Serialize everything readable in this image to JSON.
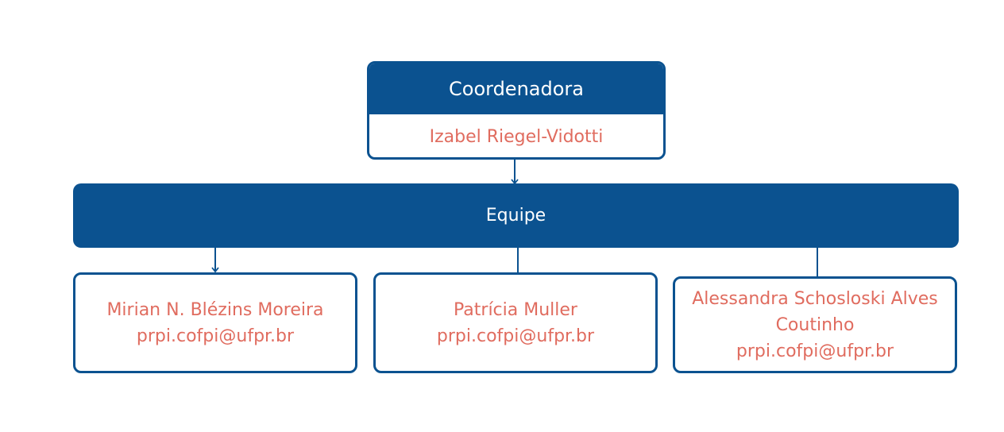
{
  "coordinator": {
    "title": "Coordenadora",
    "name": "Izabel Riegel-Vidotti"
  },
  "team": {
    "title": "Equipe"
  },
  "members": [
    {
      "name": "Mirian N. Blézins Moreira",
      "email": "prpi.cofpi@ufpr.br"
    },
    {
      "name": "Patrícia Muller",
      "email": "prpi.cofpi@ufpr.br"
    },
    {
      "name_line1": "Alessandra Schosloski Alves",
      "name_line2": "Coutinho",
      "email": "prpi.cofpi@ufpr.br"
    }
  ],
  "colors": {
    "primary": "#0b5290",
    "accent_text": "#e06c5f"
  }
}
